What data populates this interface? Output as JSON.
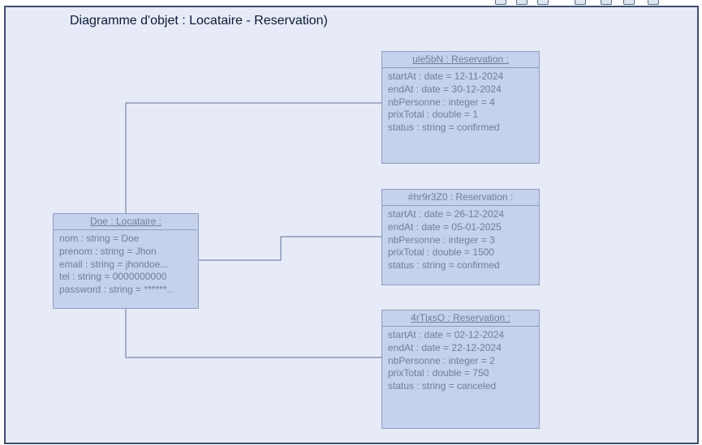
{
  "diagram": {
    "title": "Diagramme d'objet : Locataire - Reservation)"
  },
  "toolbar": {
    "icons": [
      "toolbar-tool-icon",
      "toolbar-tool-icon",
      "toolbar-tool-icon",
      "toolbar-page-icon",
      "toolbar-print-icon",
      "toolbar-window-icon",
      "toolbar-fit-icon"
    ]
  },
  "locataire": {
    "header": "Doe : Locataire :",
    "attributes": [
      "nom : string = Doe",
      "prenom : string = Jhon",
      "email : string = jhondoe...",
      "tel : string = 0000000000",
      "password : string = ******..."
    ]
  },
  "reservations": [
    {
      "header": "ule5bN : Reservation :",
      "attributes": [
        "startAt : date = 12-11-2024",
        "endAt : date = 30-12-2024",
        "nbPersonne : integer = 4",
        "prixTotal : double = 1",
        "status : string = confirmed"
      ]
    },
    {
      "header": "#hr9r3Z0 : Reservation :",
      "attributes": [
        "startAt : date = 26-12-2024",
        "endAt : date = 05-01-2025",
        "nbPersonne : integer = 3",
        "prixTotal : double = 1500",
        "status : string = confirmed"
      ]
    },
    {
      "header": "4rTjxsO : Reservation :",
      "attributes": [
        "startAt : date = 02-12-2024",
        "endAt : date = 22-12-2024",
        "nbPersonne : integer = 2",
        "prixTotal : double = 750",
        "status : string = canceled"
      ]
    }
  ],
  "colors": {
    "frame_border": "#3e4f6d",
    "background": "#e7ebf7",
    "object_fill": "#c6d1eb",
    "object_border": "#8d9fc4",
    "text": "#6d7f99",
    "connector": "#5d6f98"
  }
}
